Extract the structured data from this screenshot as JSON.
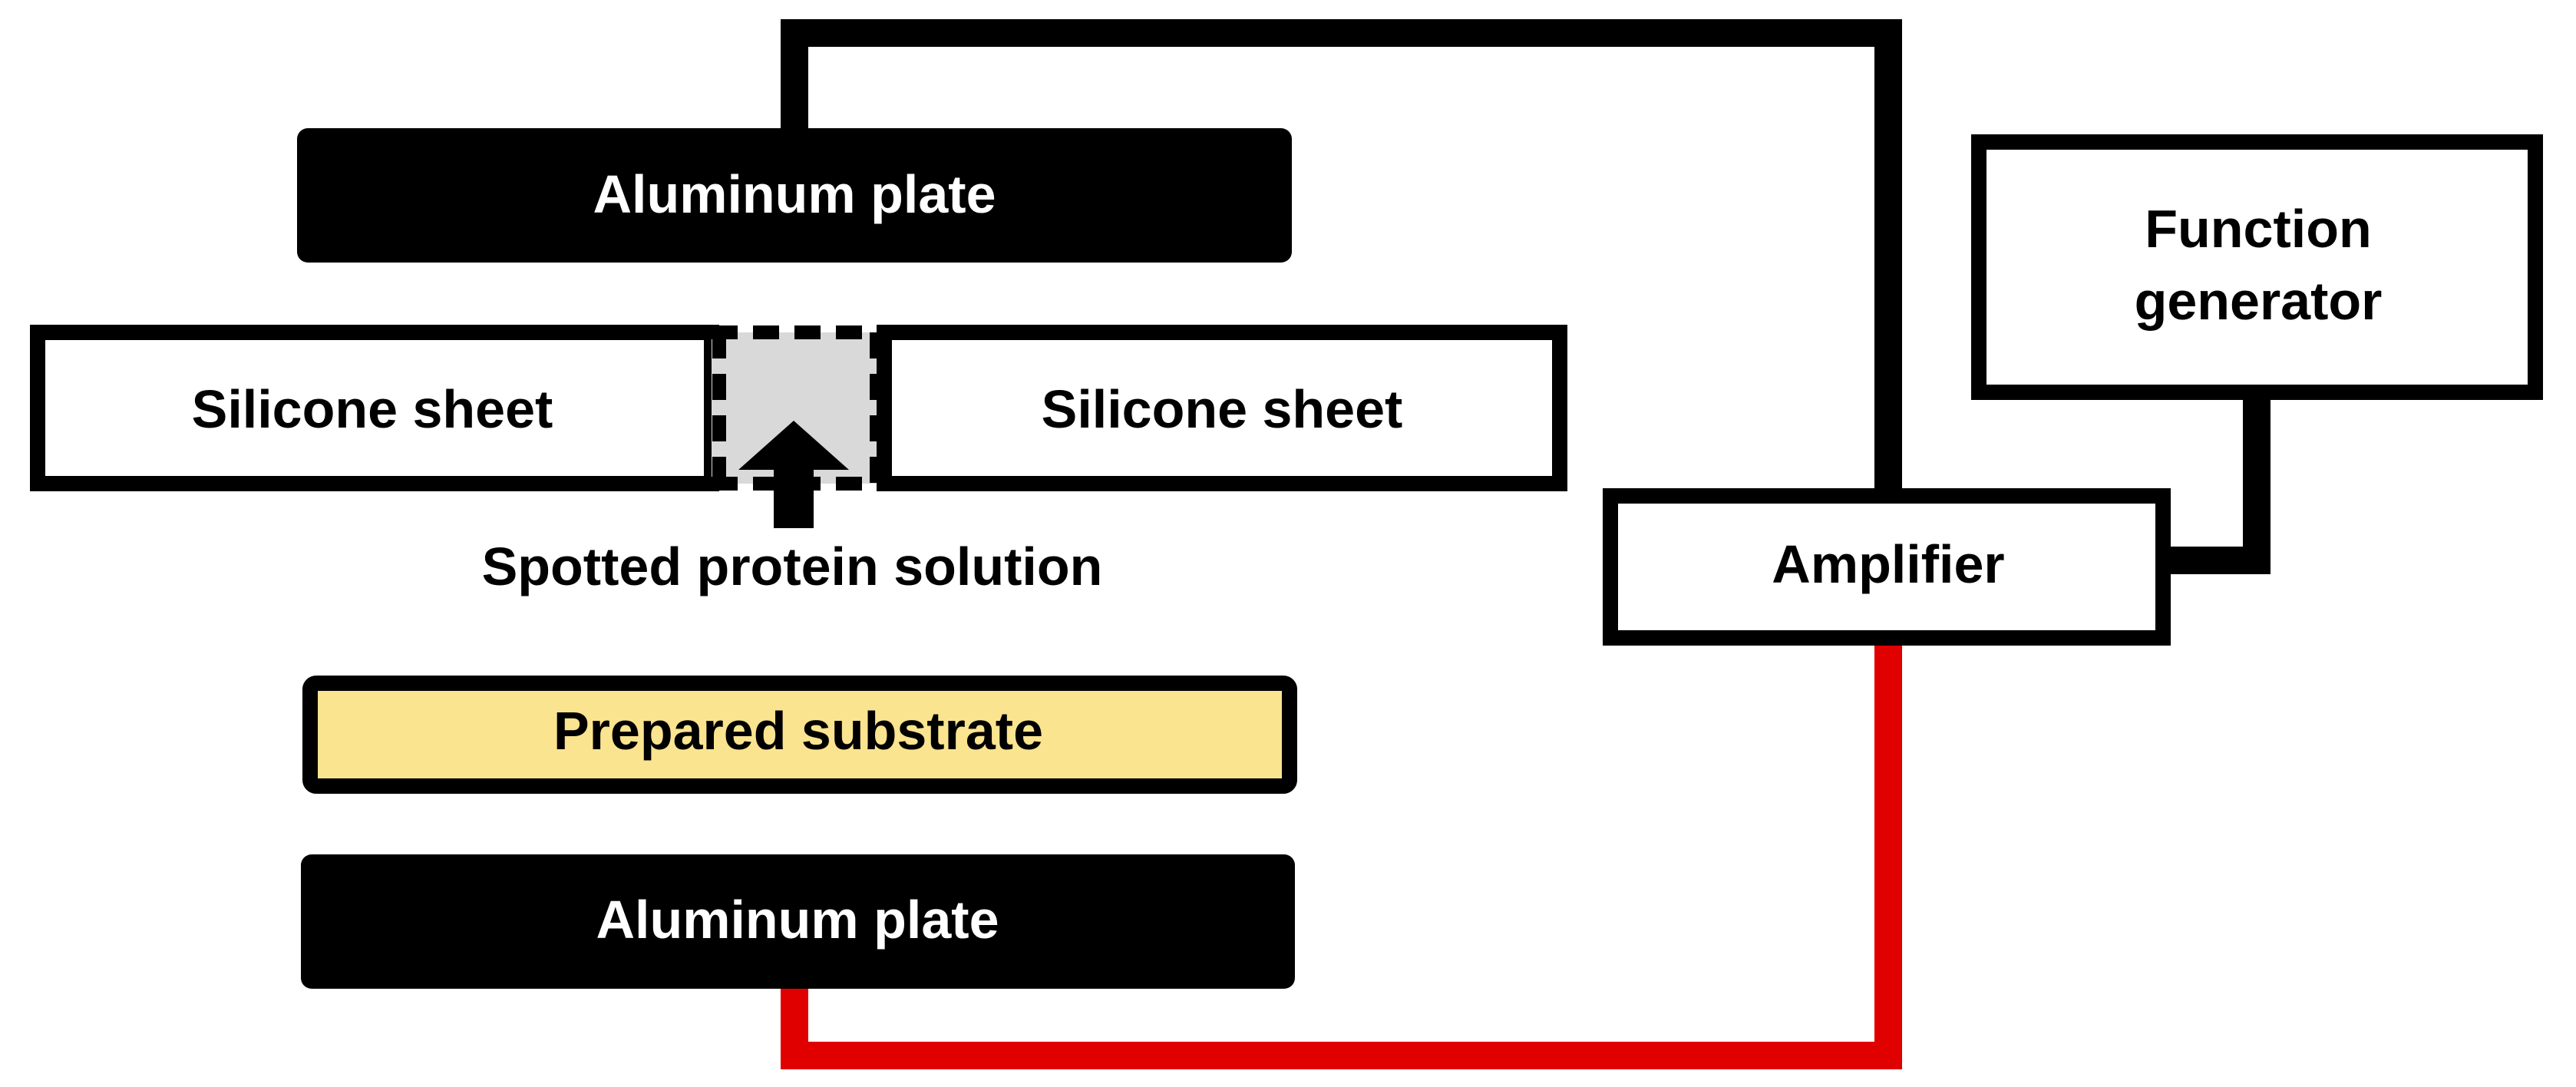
{
  "diagram": {
    "labels": {
      "aluminum_plate_top": "Aluminum plate",
      "silicone_sheet_left": "Silicone sheet",
      "silicone_sheet_right": "Silicone sheet",
      "spotted_protein_solution": "Spotted protein solution",
      "prepared_substrate": "Prepared substrate",
      "aluminum_plate_bottom": "Aluminum plate",
      "function_generator_line1": "Function",
      "function_generator_line2": "generator",
      "amplifier": "Amplifier"
    },
    "colors": {
      "black": "#000000",
      "white": "#ffffff",
      "substrate_fill": "#fbe48f",
      "protein_gap_fill": "#d9d9d9",
      "red_wire": "#e00000"
    }
  }
}
